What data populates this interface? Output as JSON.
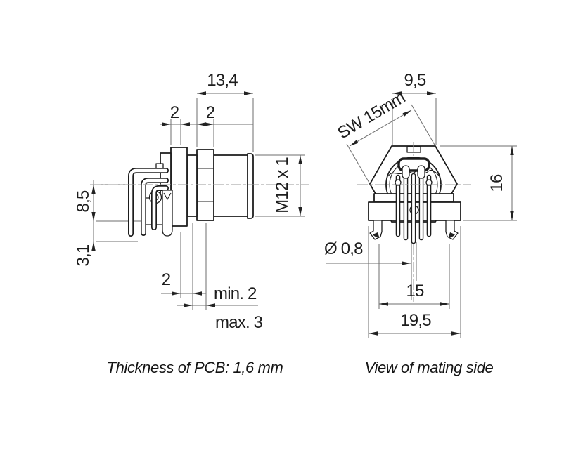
{
  "left_view": {
    "dim_total_length": "13,4",
    "dim_flange_width": "2",
    "dim_hex_width": "2",
    "dim_pin_row_offset": "8,5",
    "dim_pin_protrusion": "3,1",
    "dim_pcb_offset": "2",
    "dim_panel_min": "min. 2",
    "dim_panel_max": "max. 3",
    "thread_label": "M12 x 1",
    "caption": "Thickness of PCB: 1,6 mm"
  },
  "right_view": {
    "dim_key_width": "9,5",
    "wrench_size": "SW 15mm",
    "dim_height": "16",
    "pin_diameter": "Ø 0,8",
    "dim_leg_pitch": "15",
    "dim_total_width": "19,5",
    "caption": "View of mating side"
  },
  "colors": {
    "line": "#1d1d1d",
    "dim_line": "#6e6e6e",
    "background": "#ffffff"
  }
}
